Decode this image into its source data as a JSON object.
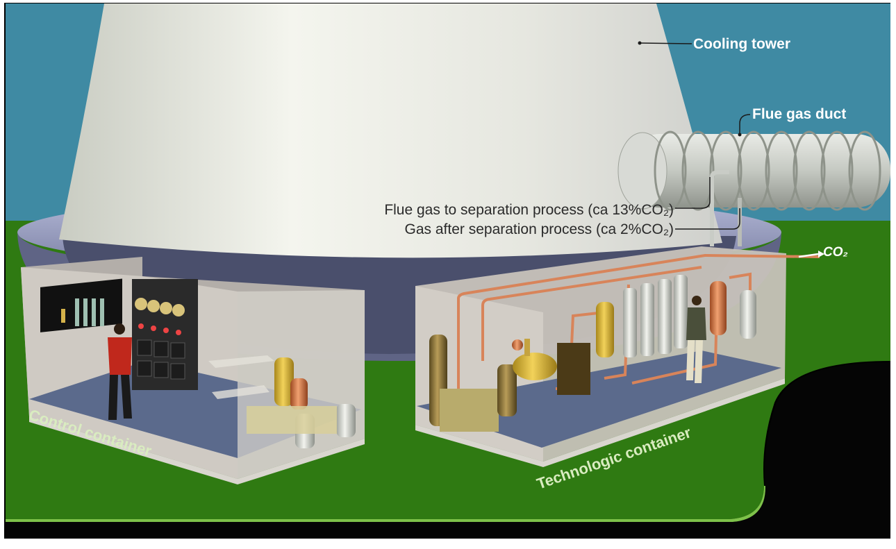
{
  "labels": {
    "cooling_tower": "Cooling tower",
    "flue_gas_duct": "Flue gas duct",
    "flue_gas_to_separation": "Flue gas to separation process (ca 13%CO₂)",
    "gas_after_separation": "Gas after separation process (ca  2%CO₂)",
    "co2_output": "CO₂",
    "control_container": "Control container",
    "technologic_container": "Technologic container"
  },
  "colors": {
    "sky": "#3f8aa3",
    "ground": "#2f7a12",
    "tower": "#e8e9e3",
    "tower_base": "#9a9fbf",
    "pipe_copper": "#d8845a",
    "container_floor": "#5b6a8c",
    "label_white": "#ffffff"
  }
}
